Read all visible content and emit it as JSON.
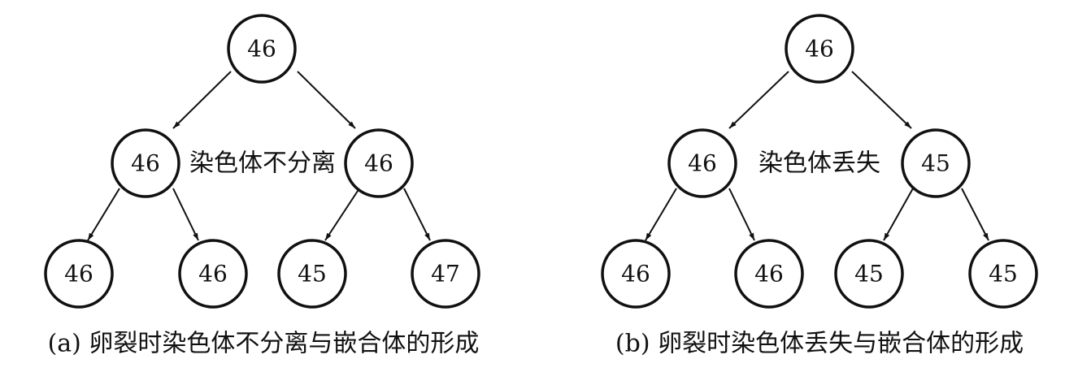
{
  "panels": [
    {
      "root": "46",
      "mid": [
        "46",
        "46"
      ],
      "leaves": [
        "46",
        "46",
        "45",
        "47"
      ],
      "mid_label": "染色体不分离",
      "caption": "(a) 卵裂时染色体不分离与嵌合体的形成"
    },
    {
      "root": "46",
      "mid": [
        "46",
        "45"
      ],
      "leaves": [
        "46",
        "46",
        "45",
        "45"
      ],
      "mid_label": "染色体丢失",
      "caption": "(b) 卵裂时染色体丢失与嵌合体的形成"
    }
  ]
}
